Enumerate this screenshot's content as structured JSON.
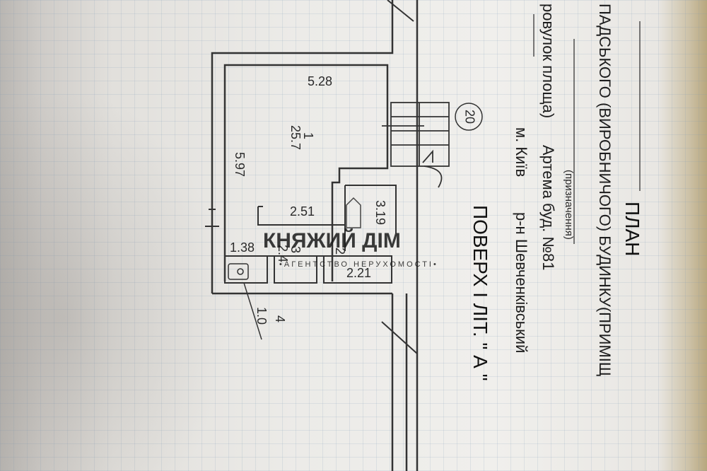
{
  "plan": {
    "title": "ПЛАН",
    "line_building": "ПАДСЬКОГО (ВИРОБНИЧОГО) БУДИНКУ(ПРИМІЩ",
    "line_purpose_label": "(призначення)",
    "line_lane": "ровулок площа)",
    "line_street": "Артема буд. №81",
    "line_city": "м. Київ",
    "line_district": "р-н Шевченківський",
    "line_floor": "ПОВЕРХ І ЛІТ. \" А \"",
    "circle_number": "20"
  },
  "rooms": {
    "main_width": "5.28",
    "main_height": "5.97",
    "main_room_number": "1",
    "main_room_area": "25.7",
    "corridor_width": "2.51",
    "room3_dim": "3.19",
    "small_dim": "1.38",
    "room_a_label": "3",
    "room_a_area": "2.4",
    "room_b_label": "2",
    "room_b_area": "2.21",
    "wc_label": "4",
    "wc_area": "1.0"
  },
  "watermark": {
    "brand": "КНЯЖИЙ ДІМ",
    "tagline": "•АГЕНТСТВО НЕРУХОМОСТІ•"
  }
}
